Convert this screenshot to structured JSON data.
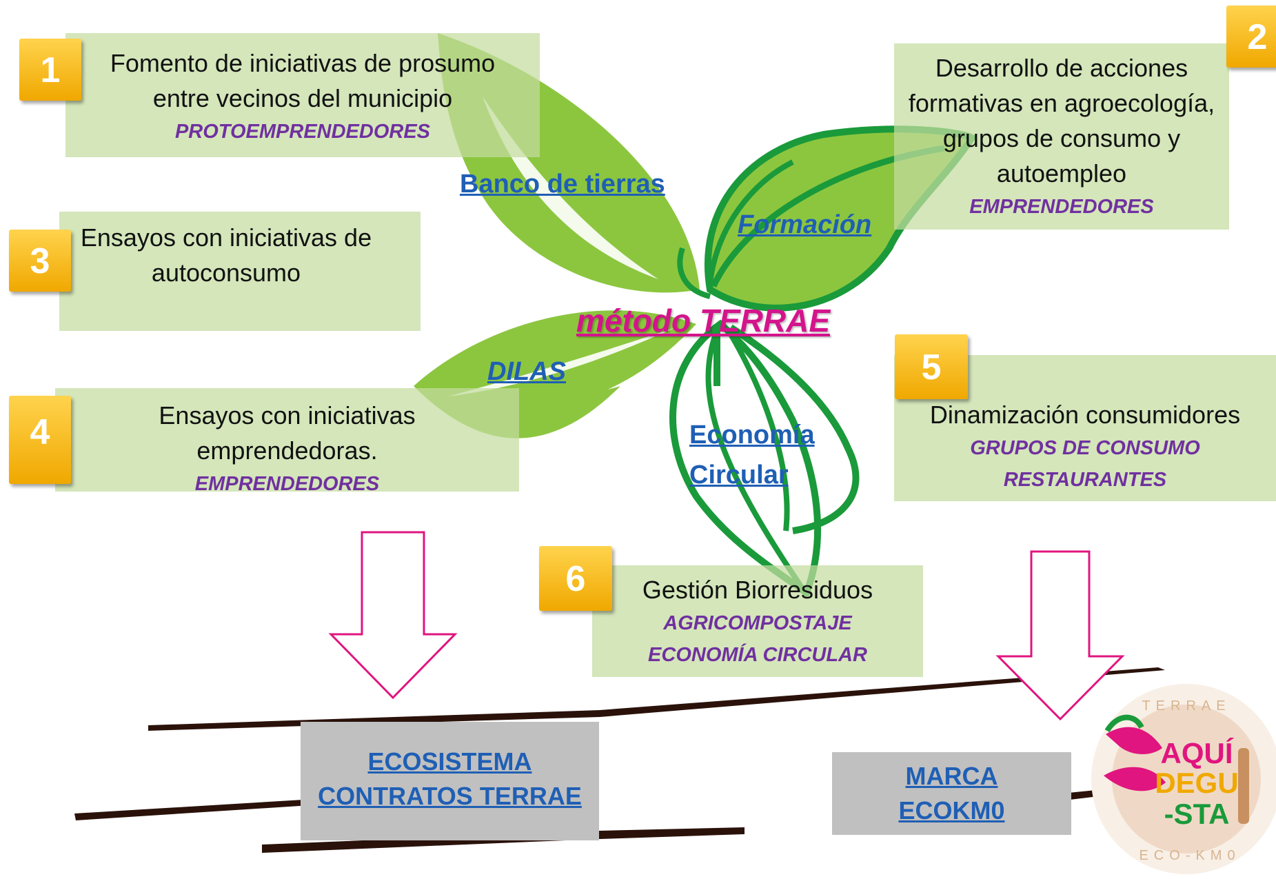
{
  "center": {
    "title": "método TERRAE"
  },
  "petal_labels": {
    "banco": "Banco de tierras",
    "formacion": "Formación",
    "dilas": "DILAS",
    "economia_1": "Economía",
    "economia_2": "Circular"
  },
  "boxes": [
    {
      "number": "1",
      "lines": [
        "Fomento de iniciativas de prosumo",
        "entre vecinos del municipio"
      ],
      "sub": [
        "PROTOEMPRENDEDORES"
      ]
    },
    {
      "number": "2",
      "lines": [
        "Desarrollo de acciones",
        "formativas en agroecología,",
        "grupos de consumo y",
        "autoempleo"
      ],
      "sub": [
        "EMPRENDEDORES"
      ]
    },
    {
      "number": "3",
      "lines": [
        "Ensayos con iniciativas de",
        "autoconsumo"
      ],
      "sub": []
    },
    {
      "number": "4",
      "lines": [
        "Ensayos con iniciativas",
        "emprendedoras."
      ],
      "sub": [
        "EMPRENDEDORES"
      ]
    },
    {
      "number": "5",
      "lines": [
        "Dinamización consumidores"
      ],
      "sub": [
        "GRUPOS DE CONSUMO",
        "RESTAURANTES"
      ]
    },
    {
      "number": "6",
      "lines": [
        "Gestión Biorresiduos"
      ],
      "sub": [
        "AGRICOMPOSTAJE",
        "ECONOMÍA CIRCULAR"
      ]
    }
  ],
  "outputs": {
    "left": [
      "ECOSISTEMA",
      "CONTRATOS TERRAE"
    ],
    "right": [
      "MARCA",
      "ECOKM0"
    ]
  },
  "logo": {
    "top": "TERRAE",
    "line1": "AQUÍ",
    "line2": "DEGU",
    "line3": "-STA",
    "bottom": "ECO-KM0"
  },
  "colors": {
    "leaf_light": "#8cc63f",
    "leaf_dark": "#1a9a3a",
    "box_fill": "#c4dca0",
    "badge": "#f5b800",
    "accent_pink": "#d4148c",
    "sub_purple": "#7030a0",
    "link_blue": "#1f5fb5"
  }
}
